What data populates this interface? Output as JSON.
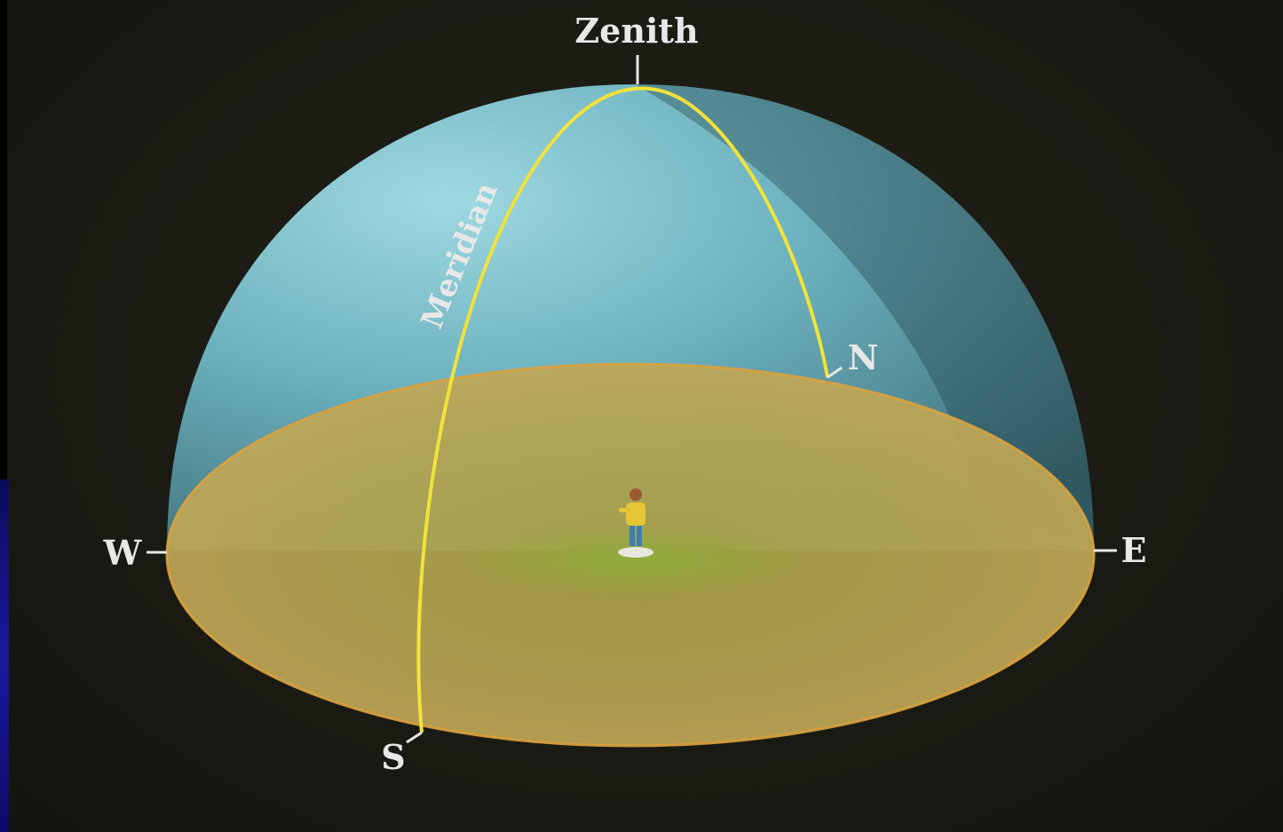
{
  "labels": {
    "zenith": "Zenith",
    "meridian": "Meridian",
    "north": "N",
    "south": "S",
    "east": "E",
    "west": "W"
  },
  "colors": {
    "background": "#1b1b14",
    "sky_dome": "#7ec9d6",
    "ground_plane": "#b9a84e",
    "meridian_line": "#f2e23a",
    "label_text": "#e8e8e8"
  },
  "icons": {
    "observer": "person-icon"
  }
}
